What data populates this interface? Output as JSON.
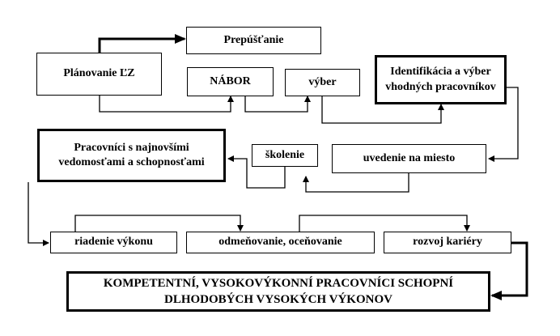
{
  "nodes": {
    "planovanie": "Plánovanie ĽZ",
    "prepustanie": "Prepúšťanie",
    "nabor": "NÁBOR",
    "vyber": "výber",
    "identifikacia_line1": "Identifikácia a výber",
    "identifikacia_line2": "vhodných pracovníkov",
    "pracovnici_line1": "Pracovníci s najnovšími",
    "pracovnici_line2": "vedomosťami a schopnosťami",
    "skolenie": "školenie",
    "uvedenie": "uvedenie na miesto",
    "riadenie": "riadenie výkonu",
    "odmenovanie": "odmeňovanie, oceňovanie",
    "rozvoj": "rozvoj kariéry",
    "final_line1": "KOMPETENTNÍ, VYSOKOVÝKONNÍ PRACOVNÍCI SCHOPNÍ",
    "final_line2": "DLHODOBÝCH VYSOKÝCH VÝKONOV"
  }
}
